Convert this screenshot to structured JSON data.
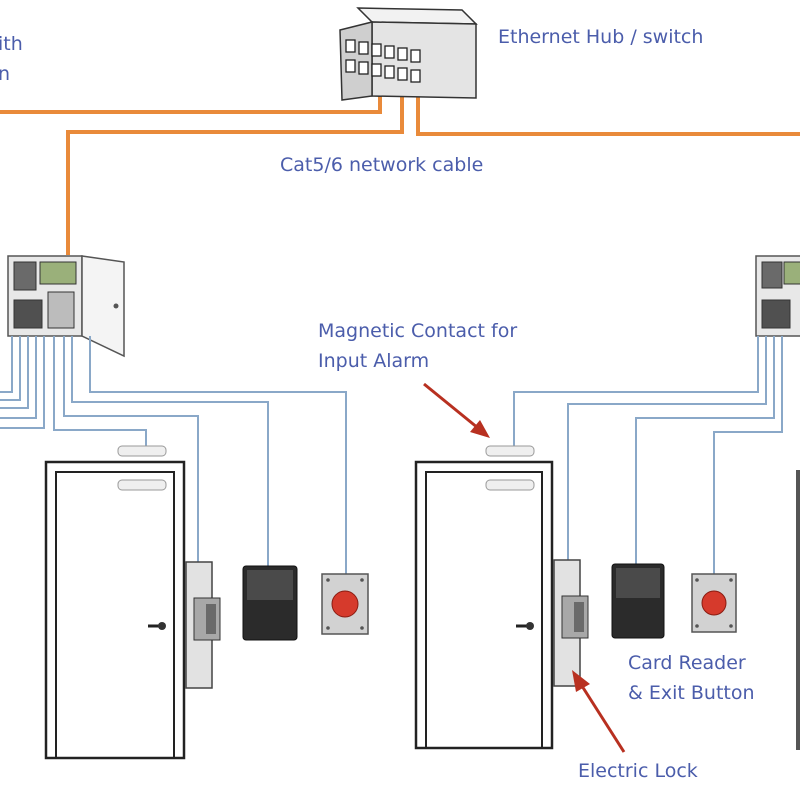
{
  "labels": {
    "cut_top": "ith",
    "cut_bottom": "n",
    "hub": "Ethernet Hub / switch",
    "cable": "Cat5/6 network cable",
    "mag_line1": "Magnetic Contact for",
    "mag_line2": "Input Alarm",
    "reader_line1": "Card Reader",
    "reader_line2": "& Exit Button",
    "lock": "Electric Lock"
  },
  "colors": {
    "network_cable": "#e98a3a",
    "wire": "#8aa8c8",
    "label_text": "#4b5dab",
    "arrow": "#b83020",
    "exit_button": "#d63a2c"
  },
  "icons": [
    "ethernet-switch",
    "control-panel",
    "door",
    "magnetic-contact",
    "electric-strike",
    "card-reader",
    "exit-button",
    "arrow"
  ]
}
